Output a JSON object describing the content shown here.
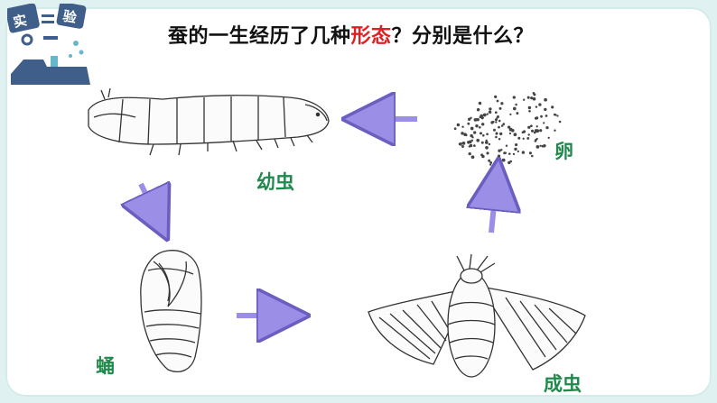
{
  "header": {
    "question_prefix": "蚕的一生经历了几种",
    "question_highlight": "形态",
    "question_suffix": "？分别是什么？",
    "highlight_color": "#e02020"
  },
  "deco": {
    "badge_text": "实 验"
  },
  "stages": {
    "egg": "卵",
    "larva": "幼虫",
    "pupa": "蛹",
    "adult": "成虫"
  },
  "colors": {
    "label": "#1f8a4c",
    "arrow": "#9b8ee6",
    "background": "#dff1f0"
  }
}
